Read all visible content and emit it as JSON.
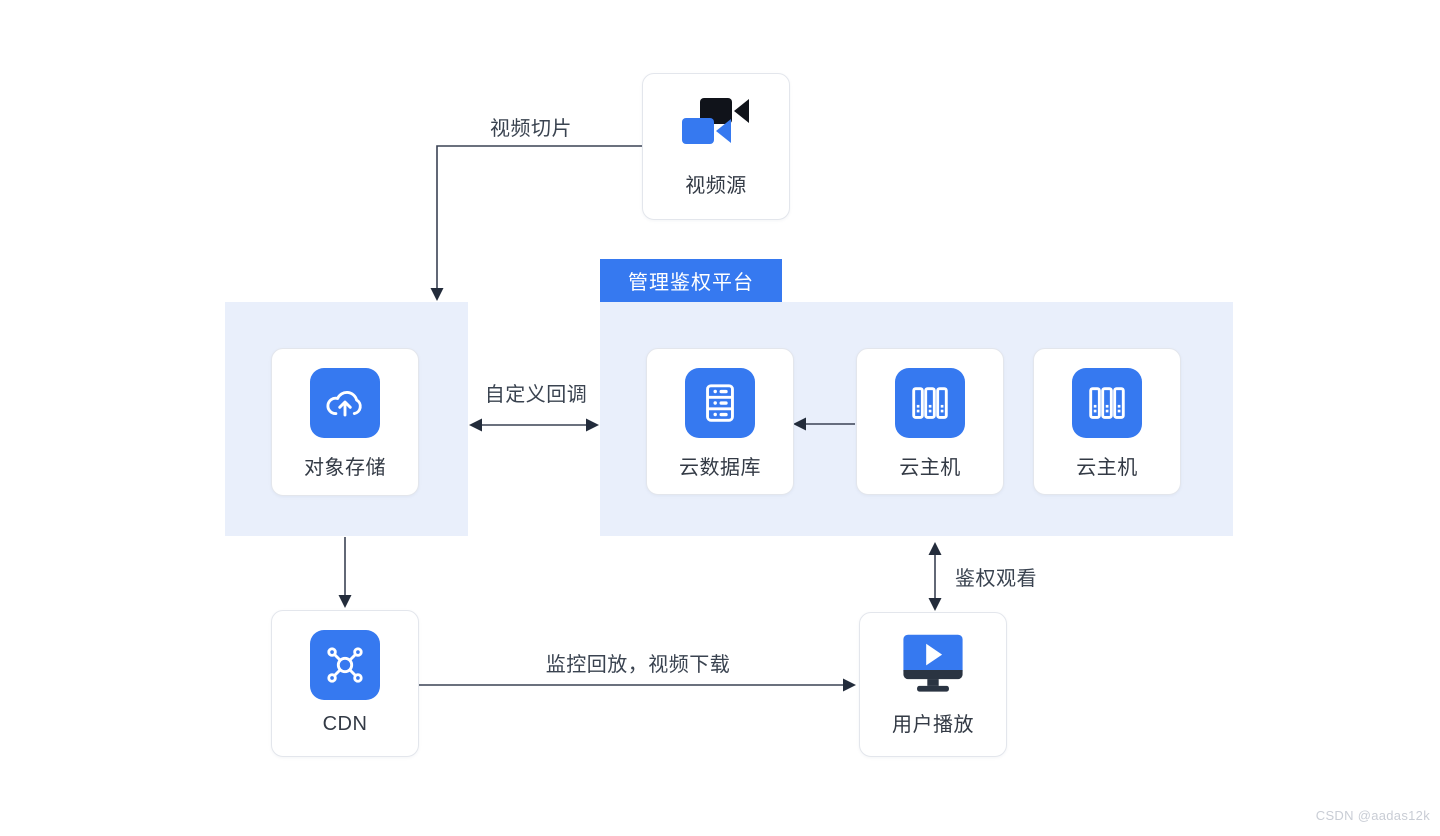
{
  "diagram": {
    "nodes": {
      "video_source": {
        "label": "视频源"
      },
      "object_storage": {
        "label": "对象存储"
      },
      "cloud_database": {
        "label": "云数据库"
      },
      "cloud_host_1": {
        "label": "云主机"
      },
      "cloud_host_2": {
        "label": "云主机"
      },
      "cdn": {
        "label": "CDN"
      },
      "user_playback": {
        "label": "用户播放"
      }
    },
    "groups": {
      "auth_platform": {
        "label": "管理鉴权平台"
      }
    },
    "edges": {
      "video_slicing": {
        "label": "视频切片"
      },
      "custom_callback": {
        "label": "自定义回调"
      },
      "host_to_database": {
        "label": ""
      },
      "storage_to_cdn": {
        "label": ""
      },
      "monitor_download": {
        "label": "监控回放，视频下载"
      },
      "auth_watch": {
        "label": "鉴权观看"
      }
    },
    "colors": {
      "accent_blue": "#3679F0",
      "panel_bg": "#E9EFFB",
      "card_border": "#E3E6EC",
      "line": "#3A4254",
      "arrowhead": "#232C3B",
      "dark_navy": "#2A3442",
      "text": "#333A45",
      "watermark": "#C9CDD5"
    }
  },
  "watermark": {
    "text": "CSDN @aadas12k"
  }
}
